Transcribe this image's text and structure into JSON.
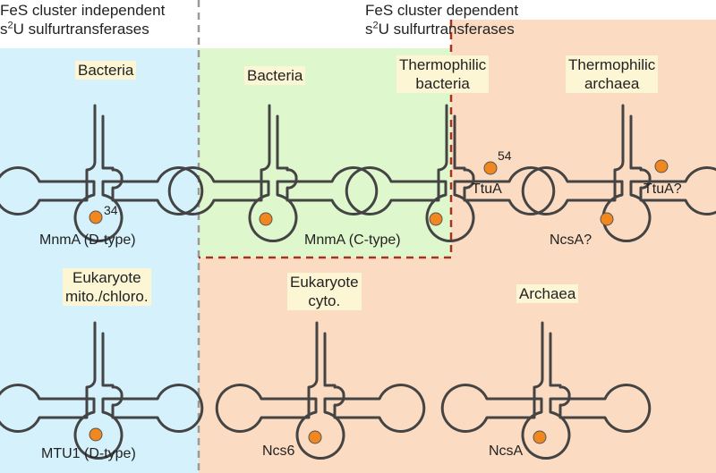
{
  "headers": {
    "independent_line1": "FeS cluster independent",
    "independent_line2_pre": "s",
    "independent_line2_sup": "2",
    "independent_line2_post": "U sulfurtransferases",
    "dependent_line1": "FeS cluster dependent",
    "dependent_line2_pre": "s",
    "dependent_line2_sup": "2",
    "dependent_line2_post": "U sulfurtransferases"
  },
  "panels": {
    "bacteria_d": {
      "tag": "Bacteria",
      "enzyme": "MnmA (D-type)",
      "position": "34"
    },
    "eukaryote_mito": {
      "tag_line1": "Eukaryote",
      "tag_line2": "mito./chloro.",
      "enzyme": "MTU1 (D-type)"
    },
    "bacteria_c": {
      "tag": "Bacteria",
      "enzyme": "MnmA (C-type)"
    },
    "thermo_bacteria": {
      "tag_line1": "Thermophilic",
      "tag_line2": "bacteria",
      "enzyme": "TtuA",
      "position": "54"
    },
    "thermo_archaea": {
      "tag_line1": "Thermophilic",
      "tag_line2": "archaea",
      "enzyme_top": "TtuA?",
      "enzyme_bottom": "NcsA?"
    },
    "eukaryote_cyto": {
      "tag_line1": "Eukaryote",
      "tag_line2": "cyto.",
      "enzyme": "Ncs6"
    },
    "archaea": {
      "tag": "Archaea",
      "enzyme": "NcsA"
    }
  },
  "colors": {
    "independent_bg": "#d5f1fb",
    "dependent_green_bg": "#dff7cc",
    "dependent_orange_bg": "#fbdcc2",
    "tag_bg": "#fdf6d4",
    "site_dot": "#f0881f",
    "trna_line": "#444444",
    "gray_divider": "#9a9a9a",
    "red_divider": "#a8321e"
  }
}
